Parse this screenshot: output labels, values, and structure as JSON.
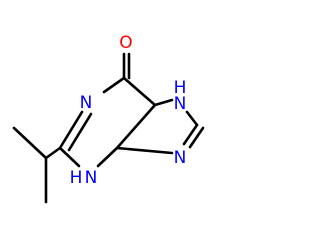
{
  "molecule": {
    "colors": {
      "carbon_bond": "#000000",
      "oxygen": "#ff0000",
      "nitrogen": "#0000ff"
    },
    "atoms": {
      "O": "O",
      "N1": "N",
      "N3": "N",
      "H3": "H",
      "N7": "N",
      "H7": "H",
      "N9": "N"
    }
  }
}
